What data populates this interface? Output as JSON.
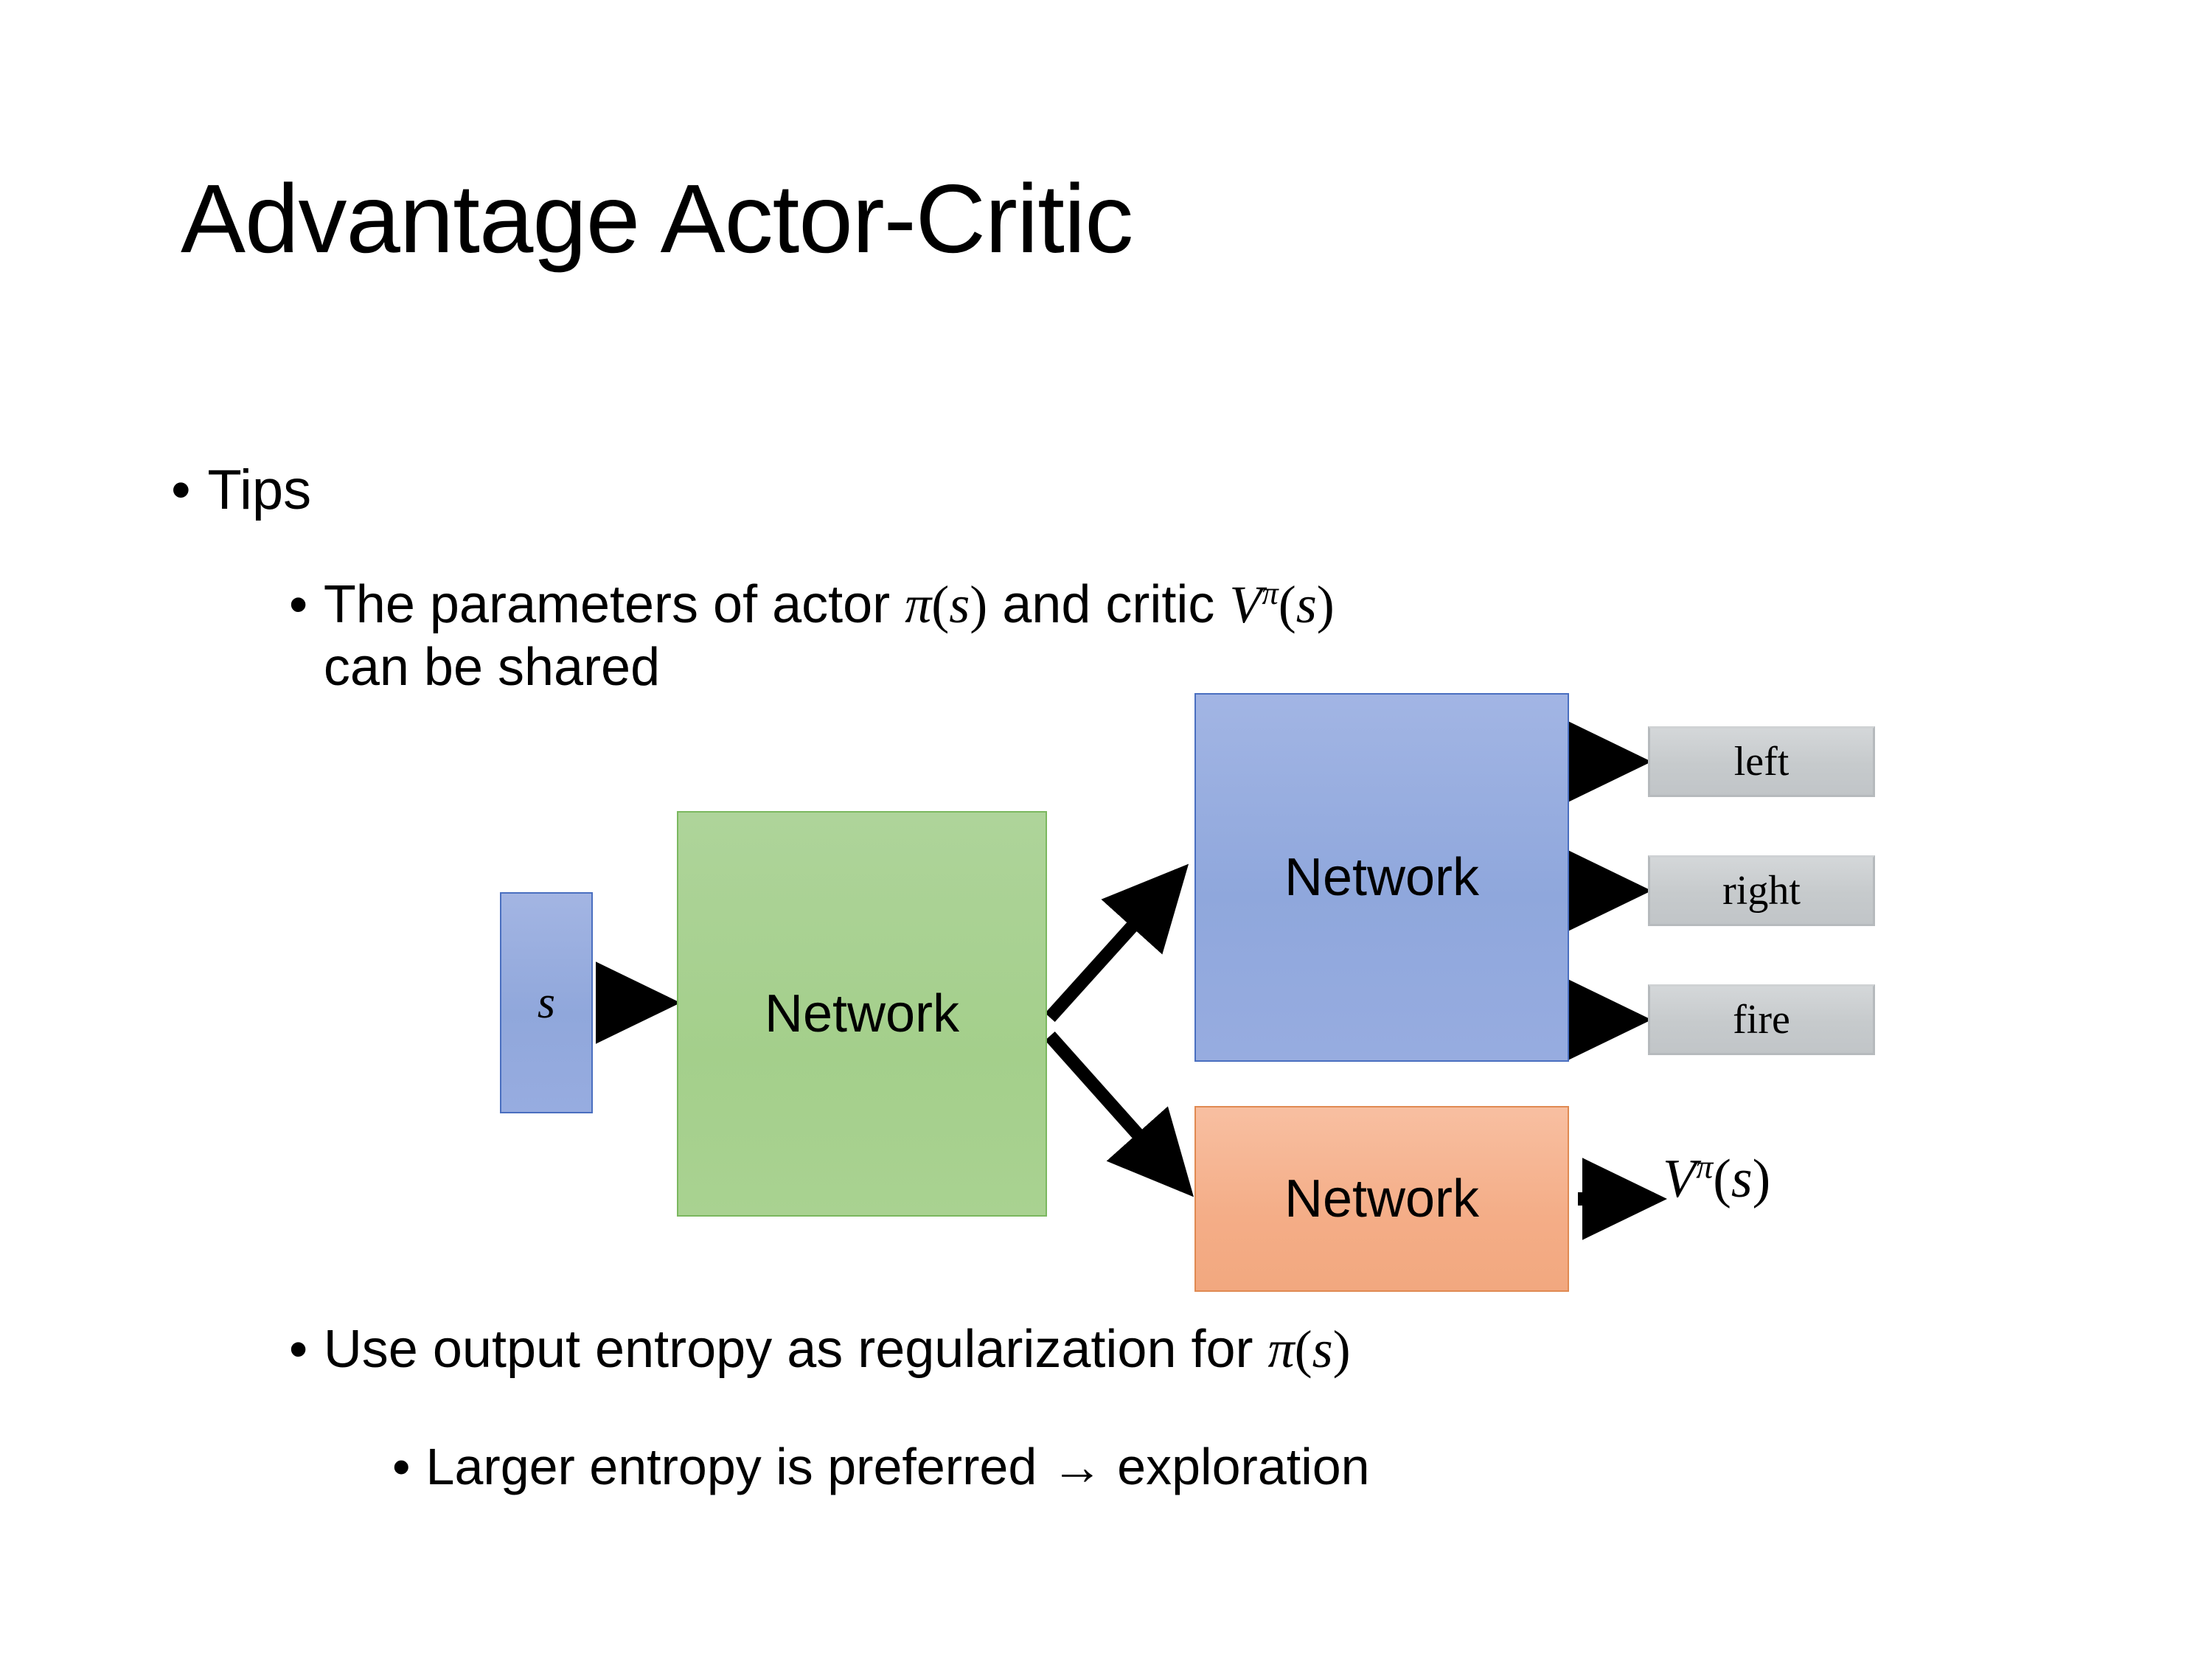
{
  "slide": {
    "title": "Advantage Actor-Critic",
    "background_color": "#ffffff",
    "text_color": "#000000"
  },
  "bullets": {
    "tips": {
      "marker": "•",
      "text": "Tips"
    },
    "shared_params": {
      "marker": "•",
      "line1_pre": "The parameters of actor ",
      "pi": "π",
      "paren_open": "(",
      "s": "s",
      "paren_close": ")",
      "line1_mid": "  and critic ",
      "V": "V",
      "sup_pi": "π",
      "line2": "can be shared",
      "full_text": "The parameters of actor π(s)  and critic Vπ(s) can be shared"
    },
    "entropy": {
      "marker": "•",
      "pre": "Use output entropy as regularization for ",
      "pi": "π",
      "paren_open": "(",
      "s": "s",
      "paren_close": ")",
      "full_text": "Use output entropy as regularization for π(s)"
    },
    "larger_entropy": {
      "marker": "•",
      "text": "Larger entropy is preferred → exploration",
      "arrow": "→"
    }
  },
  "diagram": {
    "input_box": {
      "label": "s",
      "color": "#92a8dc",
      "border_color": "#4a6fc0"
    },
    "shared_network": {
      "label": "Network",
      "color": "#a8d08d",
      "border_color": "#7bb85f"
    },
    "actor_network": {
      "label": "Network",
      "color": "#95a9de",
      "border_color": "#4a6fc0"
    },
    "critic_network": {
      "label": "Network",
      "color": "#f5b08c",
      "border_color": "#e08a52"
    },
    "action_outputs": [
      {
        "label": "left",
        "color": "#c8cbcd"
      },
      {
        "label": "right",
        "color": "#c8cbcd"
      },
      {
        "label": "fire",
        "color": "#c8cbcd"
      }
    ],
    "critic_output": {
      "V": "V",
      "sup_pi": "π",
      "paren_open": "(",
      "s": "s",
      "paren_close": ")",
      "full_text": "Vπ(s)"
    },
    "arrow_color": "#000000"
  }
}
